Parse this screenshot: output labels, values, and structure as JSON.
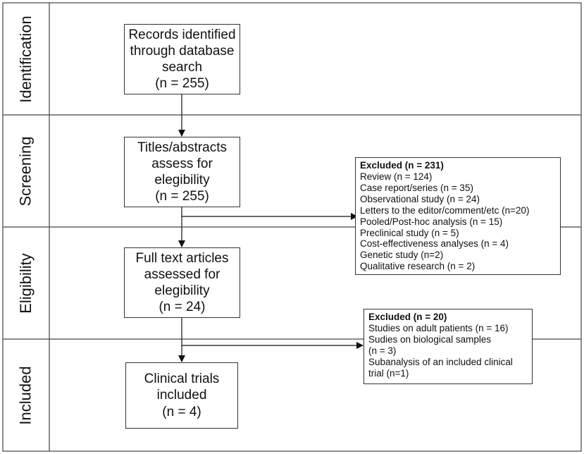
{
  "stages": [
    "Identification",
    "Screening",
    "Eligibility",
    "Included"
  ],
  "boxes": {
    "identified": [
      "Records identified",
      "through database",
      "search",
      "(n = 255)"
    ],
    "screened": [
      "Titles/abstracts",
      "assess for",
      "elegibility",
      "(n = 255)"
    ],
    "fulltext": [
      "Full text articles",
      "assessed for",
      "elegibility",
      "(n = 24)"
    ],
    "included": [
      "Clinical trials",
      "included",
      "(n = 4)"
    ]
  },
  "excluded1": {
    "title": "Excluded (n = 231)",
    "items": [
      "Review (n = 124)",
      "Case report/series (n = 35)",
      "Observational study (n = 24)",
      "Letters to the editor/comment/etc (n=20)",
      "Pooled/Post-hoc analysis (n = 15)",
      "Preclinical study (n = 5)",
      "Cost-effectiveness analyses (n = 4)",
      "Genetic study (n=2)",
      "Qualitative research  (n = 2)"
    ]
  },
  "excluded2": {
    "title": "Excluded (n = 20)",
    "items": [
      "Studies on adult patients (n = 16)",
      "Sudies on biological samples",
      "(n = 3)",
      "Subanalysis of an included clinical",
      "trial (n=1)"
    ]
  }
}
